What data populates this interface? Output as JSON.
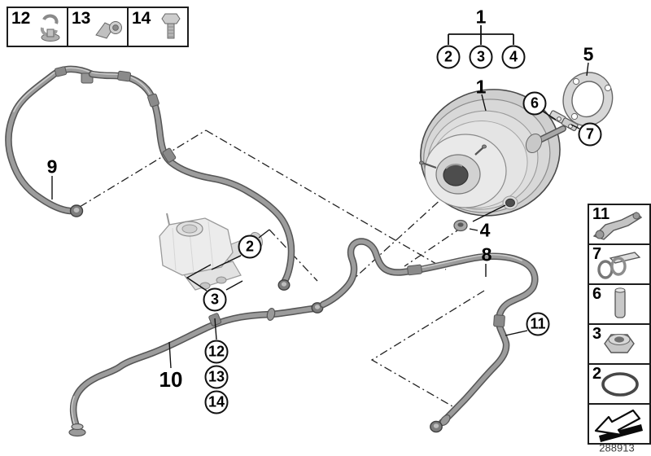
{
  "part_number": "288913",
  "colors": {
    "line": "#1a1a1a",
    "pipe_body": "#9c9c9c",
    "pipe_outline": "#565656",
    "metal_light": "#e6e6e6",
    "metal_mid": "#c9c9c9",
    "background": "#ffffff"
  },
  "legend_top": {
    "items": [
      {
        "number": "12",
        "icon": "pipe-clamp-icon"
      },
      {
        "number": "13",
        "icon": "bracket-with-nut-icon"
      },
      {
        "number": "14",
        "icon": "hex-bolt-icon"
      }
    ]
  },
  "legend_right": {
    "items": [
      {
        "number": "11",
        "icon": "holder-bracket-icon"
      },
      {
        "number": "7",
        "icon": "retaining-clip-icon"
      },
      {
        "number": "6",
        "icon": "pin-icon"
      },
      {
        "number": "3",
        "icon": "collar-nut-icon"
      },
      {
        "number": "2",
        "icon": "o-ring-icon"
      },
      {
        "number": "",
        "icon": "installation-direction-arrow-icon"
      }
    ]
  },
  "labels": {
    "p1_top": "1",
    "c2_top": "2",
    "c3_top": "3",
    "c4_top": "4",
    "p1_booster": "1",
    "p5": "5",
    "c6": "6",
    "c7": "7",
    "p9": "9",
    "c2_mid": "2",
    "c3_mid": "3",
    "p4": "4",
    "p8": "8",
    "c11": "11",
    "c12": "12",
    "c13": "13",
    "c14": "14",
    "p10": "10"
  }
}
